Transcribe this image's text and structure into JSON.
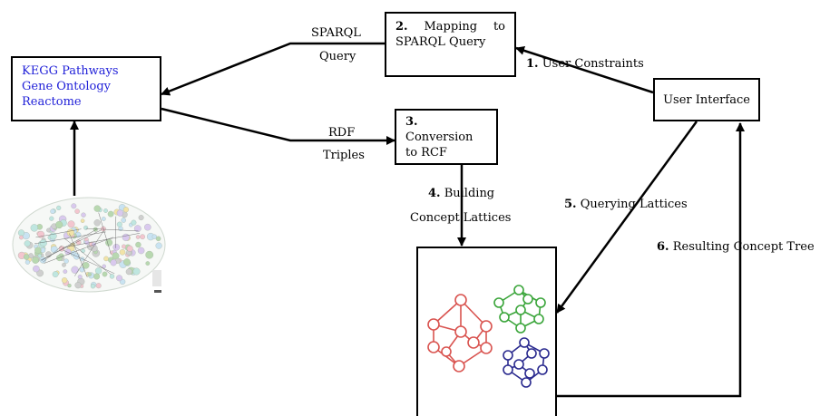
{
  "sources": {
    "items": [
      "KEGG Pathways",
      "Gene Ontology",
      "Reactome"
    ],
    "color": "#1f1fd8"
  },
  "mapping": {
    "num": "2.",
    "text": "Mapping to SPARQL Query"
  },
  "conversion": {
    "num": "3.",
    "text": "Conversion to RCF"
  },
  "ui": {
    "text": "User Interface"
  },
  "edges": {
    "sparql_top": "SPARQL",
    "sparql_bottom": "Query",
    "rdf_top": "RDF",
    "rdf_bottom": "Triples",
    "constraints_num": "1.",
    "constraints_text": "User Constraints",
    "building_num": "4.",
    "building_text": "Building",
    "building_line2": "Concept Lattices",
    "querying_num": "5.",
    "querying_text": "Querying Lattices",
    "result_num": "6.",
    "result_text": "Resulting Concept Tree"
  },
  "lattice_colors": {
    "red": "#d9534f",
    "green": "#3aa53a",
    "blue": "#2b2b8f"
  }
}
